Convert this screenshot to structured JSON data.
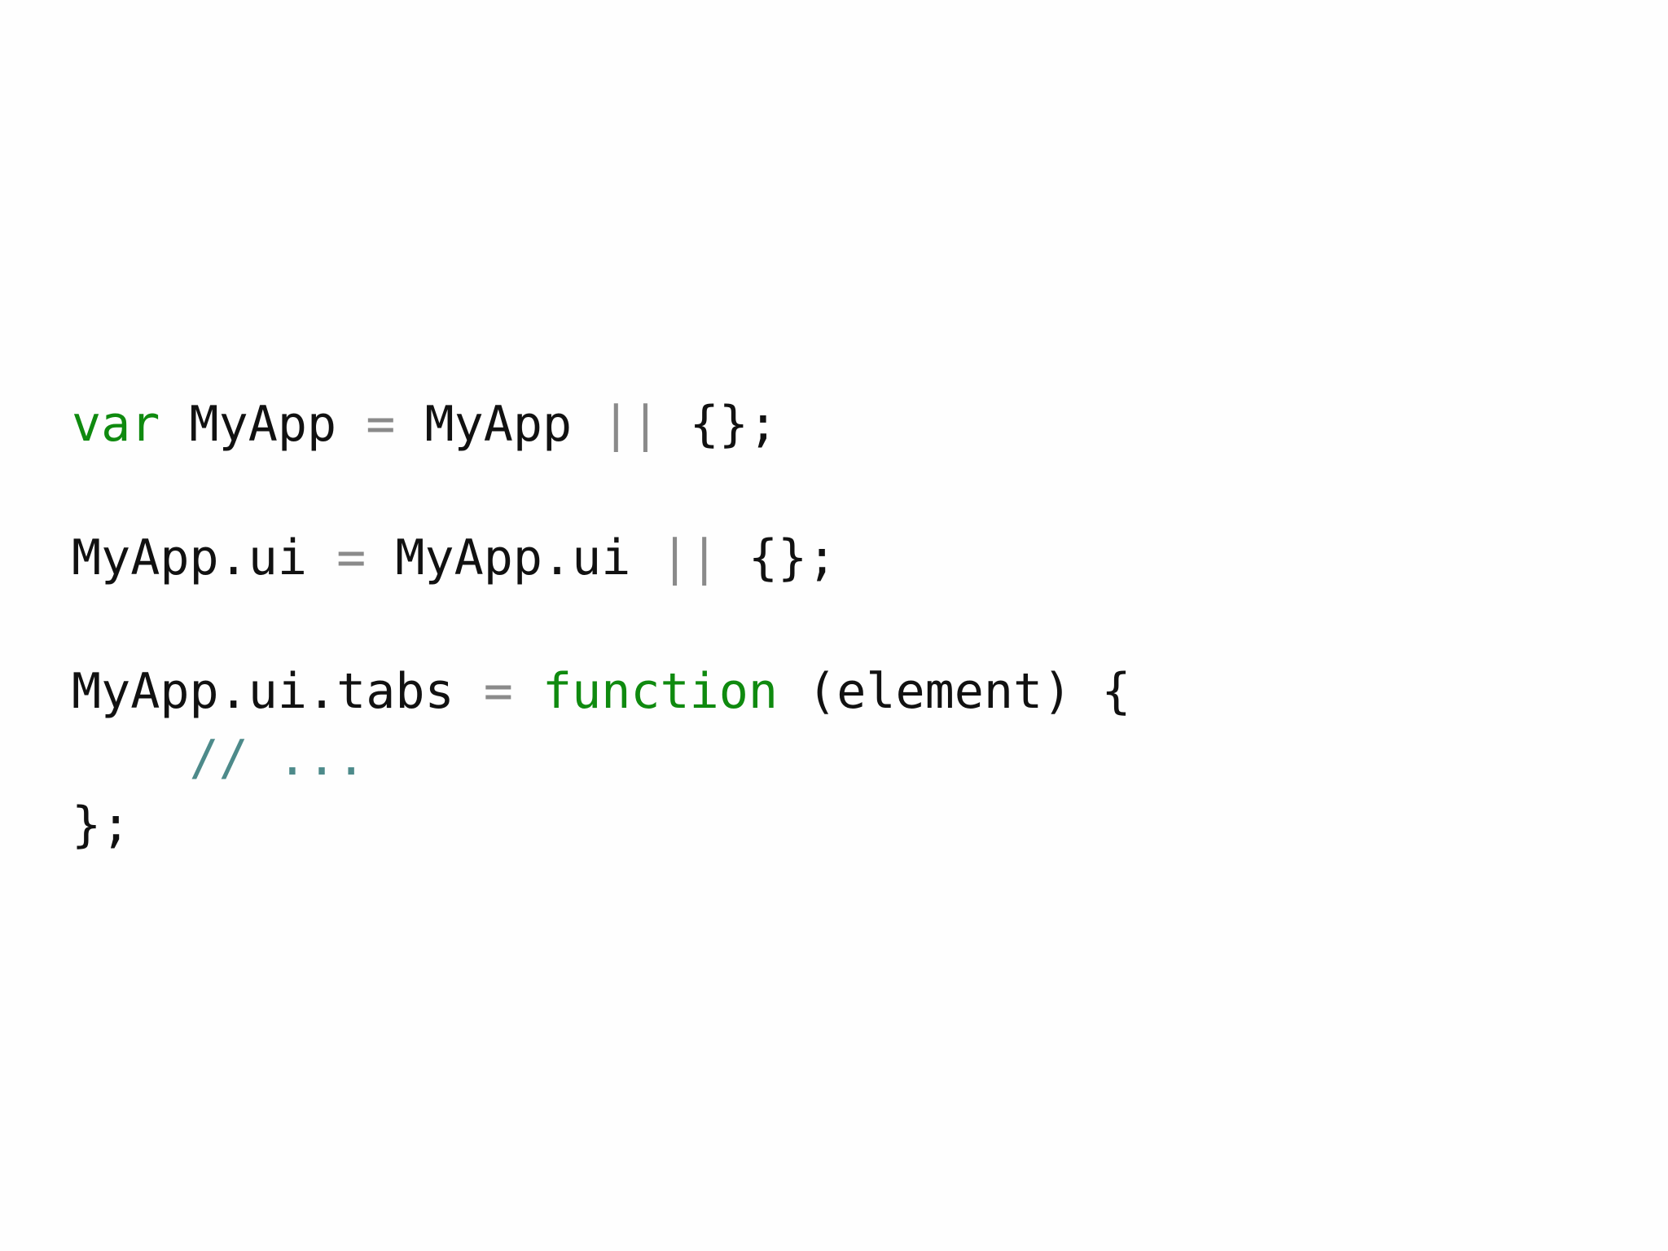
{
  "code": {
    "lines": [
      [
        {
          "text": "var",
          "kind": "keyword"
        },
        {
          "text": " MyApp ",
          "kind": "plain"
        },
        {
          "text": "=",
          "kind": "operator"
        },
        {
          "text": " MyApp ",
          "kind": "plain"
        },
        {
          "text": "||",
          "kind": "operator"
        },
        {
          "text": " {};",
          "kind": "plain"
        }
      ],
      [],
      [
        {
          "text": "MyApp.ui ",
          "kind": "plain"
        },
        {
          "text": "=",
          "kind": "operator"
        },
        {
          "text": " MyApp.ui ",
          "kind": "plain"
        },
        {
          "text": "||",
          "kind": "operator"
        },
        {
          "text": " {};",
          "kind": "plain"
        }
      ],
      [],
      [
        {
          "text": "MyApp.ui.tabs ",
          "kind": "plain"
        },
        {
          "text": "=",
          "kind": "operator"
        },
        {
          "text": " ",
          "kind": "plain"
        },
        {
          "text": "function",
          "kind": "keyword"
        },
        {
          "text": " (element) {",
          "kind": "plain"
        }
      ],
      [
        {
          "text": "    ",
          "kind": "plain"
        },
        {
          "text": "// ...",
          "kind": "comment"
        }
      ],
      [
        {
          "text": "};",
          "kind": "plain"
        }
      ]
    ]
  },
  "colors": {
    "keyword": "#0f8a0f",
    "operator": "#8a8a8a",
    "comment": "#4d8a8a",
    "plain": "#111111",
    "background": "#fefefe"
  }
}
